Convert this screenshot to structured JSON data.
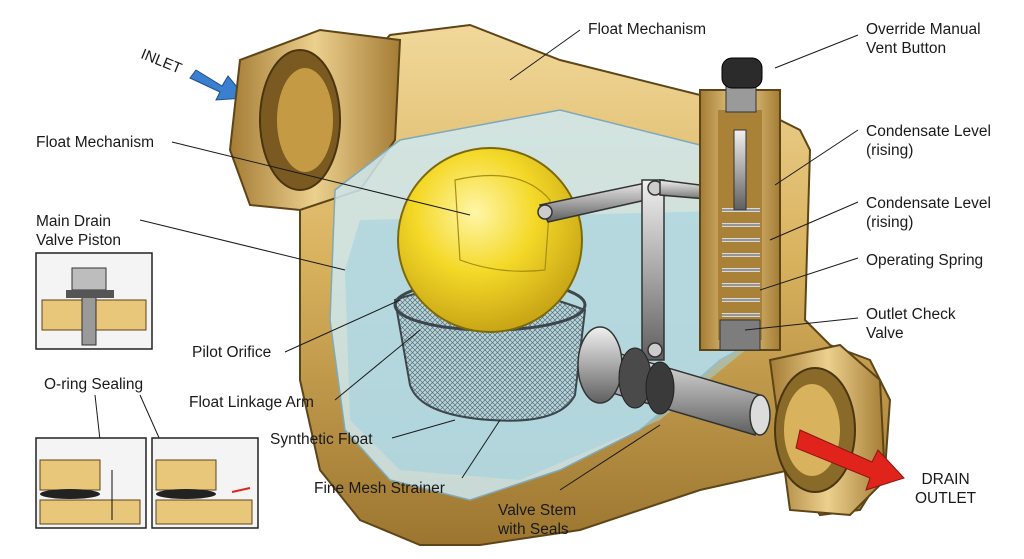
{
  "labels": {
    "inlet": "INLET",
    "drain_outlet": "DRAIN\nOUTLET",
    "float_mechanism_top": "Float Mechanism",
    "float_mechanism_left": "Float Mechanism",
    "override_vent": "Override Manual\nVent Button",
    "condensate_level_1": "Condensate Level\n(rising)",
    "condensate_level_2": "Condensate Level\n(rising)",
    "operating_spring": "Operating Spring",
    "outlet_check_valve": "Outlet Check\nValve",
    "main_drain_piston": "Main Drain\nValve Piston",
    "pilot_orifice": "Pilot Orifice",
    "oring_sealing": "O-ring Sealing",
    "float_linkage_arm": "Float Linkage Arm",
    "synthetic_float": "Synthetic Float",
    "fine_mesh_strainer": "Fine Mesh Strainer",
    "valve_stem_seals": "Valve Stem\nwith Seals"
  },
  "colors": {
    "brass_light": "#e8c67a",
    "brass_mid": "#c9a04a",
    "brass_dark": "#8a6a28",
    "water": "#bfe3ef",
    "float_yellow": "#f5dc2a",
    "inlet_arrow": "#3a7fd0",
    "outlet_arrow": "#e0241c"
  }
}
